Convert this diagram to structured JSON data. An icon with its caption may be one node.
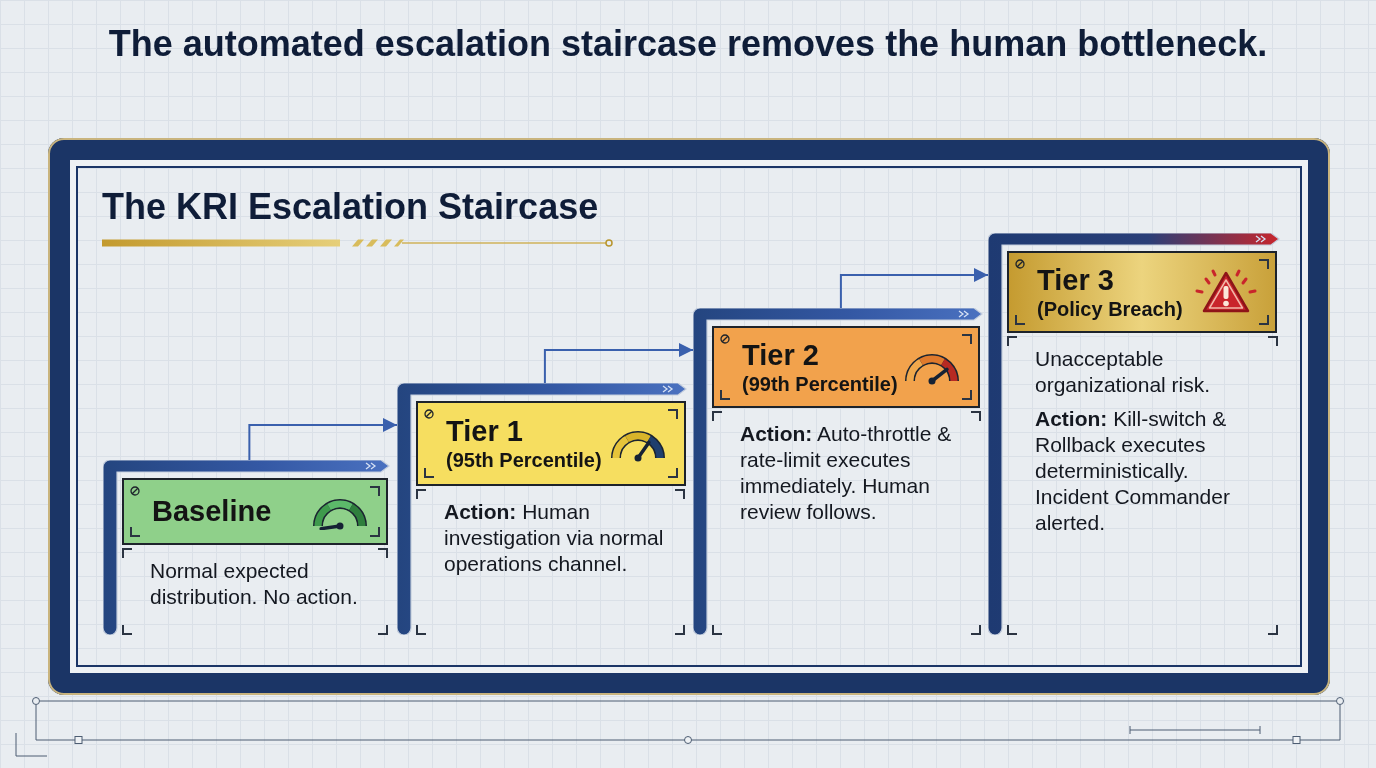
{
  "diagram": {
    "title": "The automated escalation staircase removes the human bottleneck.",
    "nodes": [
      {
        "text": [
          "The KRI Escalation Staircase"
        ]
      },
      {
        "text": [
          "Normal expected distribution. No action."
        ],
        "in": 0
      },
      {
        "text": [
          "Baseline"
        ],
        "in": 1
      },
      {
        "text": [
          "**Action:** Human investigation via normal operations channel."
        ],
        "in": 0
      },
      {
        "text": [
          "Tier 1",
          "(95th Percentile)"
        ],
        "in": 3
      },
      {
        "text": [
          "**Action:** Auto-throttle & rate-limit executes immediately. Human review follows."
        ],
        "in": 0
      },
      {
        "text": [
          "Tier 2",
          "(99th Percentile)"
        ],
        "in": 5
      },
      {
        "text": [
          "Unacceptable organizational risk.",
          "**Action:** Kill-switch & Rollback executes deterministically. Incident Commander alerted."
        ],
        "in": 0
      },
      {
        "text": [
          "Tier 3",
          "(Policy Breach)"
        ],
        "in": 7
      }
    ],
    "edges": [
      {
        "from": 1,
        "to": 3,
        "arrow": "to"
      },
      {
        "from": 3,
        "to": 5,
        "arrow": "to"
      },
      {
        "from": 5,
        "to": 7,
        "arrow": "to"
      }
    ]
  }
}
